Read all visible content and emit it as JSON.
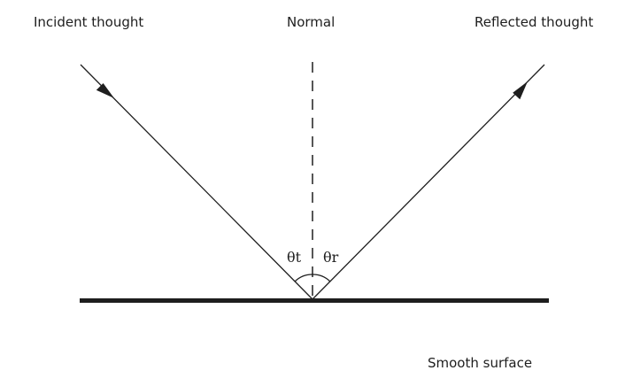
{
  "labels": {
    "incident": "Incident thought",
    "normal": "Normal",
    "reflected": "Reflected thought",
    "surface": "Smooth surface",
    "theta_incident": "θt",
    "theta_reflected": "θr"
  },
  "colors": {
    "ink": "#1e1e1e",
    "background": "#ffffff"
  },
  "icons": {
    "incident_arrow": "arrowhead-down-right",
    "reflected_arrow": "arrowhead-up-right"
  }
}
